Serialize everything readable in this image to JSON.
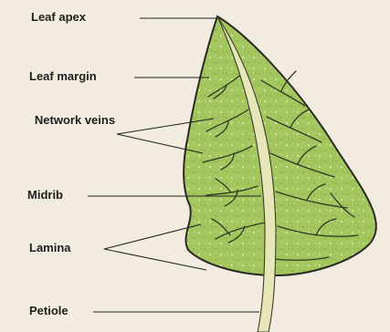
{
  "labels": {
    "leaf_apex": "Leaf apex",
    "leaf_margin": "Leaf margin",
    "network_veins": "Network veins",
    "midrib": "Midrib",
    "lamina": "Lamina",
    "petiole": "Petiole"
  },
  "colors": {
    "page_background": "#f2ece0",
    "lamina_fill": "#9ec25a",
    "leaf_outline": "#2a2a22",
    "midrib_fill": "#e6e6b8",
    "vein_stroke": "#2f3a26",
    "leader_line": "#222222"
  }
}
